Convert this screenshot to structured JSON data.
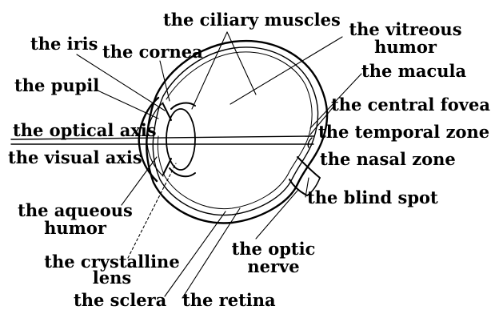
{
  "labels": {
    "ciliary_muscles": "the ciliary muscles",
    "vitreous_humor_1": "the vitreous",
    "vitreous_humor_2": "humor",
    "iris": "the iris",
    "cornea": "the cornea",
    "macula": "the macula",
    "pupil": "the pupil",
    "central_fovea": "the central fovea",
    "optical_axis": "the optical axis",
    "temporal_zone": "the temporal zone",
    "visual_axis": "the visual axis",
    "nasal_zone": "the nasal zone",
    "blind_spot": "the blind spot",
    "aqueous_humor_1": "the aqueous",
    "aqueous_humor_2": "humor",
    "optic_nerve_1": "the optic",
    "optic_nerve_2": "nerve",
    "crystalline_lens_1": "the crystalline",
    "crystalline_lens_2": "lens",
    "sclera": "the sclera",
    "retina": "the retina"
  }
}
